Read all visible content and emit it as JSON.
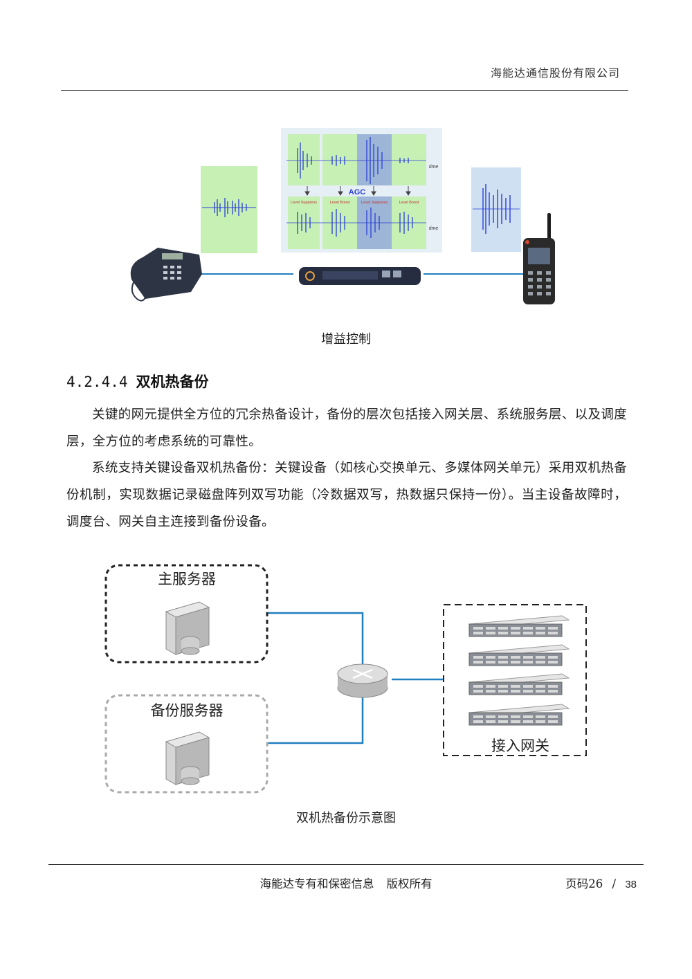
{
  "header": {
    "company": "海能达通信股份有限公司"
  },
  "figure1": {
    "caption": "增益控制",
    "agc_label": "AGC",
    "time_label": "time",
    "levels": [
      "Level Suppress",
      "Level Boost",
      "Level Suppress",
      "Level Boost"
    ]
  },
  "section": {
    "number": "4.2.4.4",
    "title": "双机热备份",
    "paragraphs": [
      "关键的网元提供全方位的冗余热备设计，备份的层次包括接入网关层、系统服务层、以及调度层，全方位的考虑系统的可靠性。",
      "系统支持关键设备双机热备份：关键设备（如核心交换单元、多媒体网关单元）采用双机热备份机制，实现数据记录磁盘阵列双写功能（冷数据双写，热数据只保持一份）。当主设备故障时，调度台、网关自主连接到备份设备。"
    ]
  },
  "figure2": {
    "caption": "双机热备份示意图",
    "primary_label": "主服务器",
    "backup_label": "备份服务器",
    "gateway_label": "接入网关"
  },
  "footer": {
    "notice": "海能达专有和保密信息",
    "rights": "版权所有",
    "page_label": "页码26",
    "separator": "/",
    "total": "38"
  },
  "colors": {
    "line_blue": "#1f7fbf",
    "wave_blue": "#2a3ed8",
    "panel_green": "#c6f0b4",
    "panel_blue": "#cfe0f2"
  }
}
